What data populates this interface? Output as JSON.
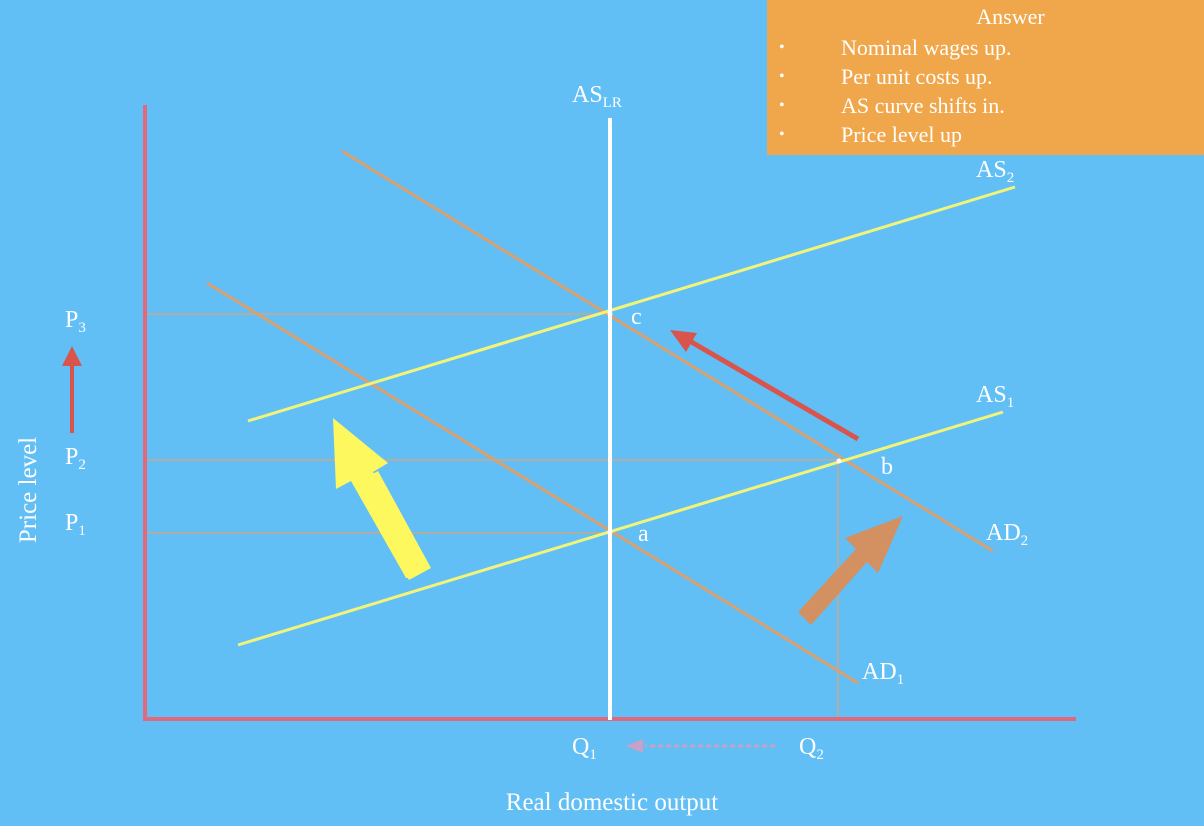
{
  "diagram": {
    "axes": {
      "y_title": "Price level",
      "x_title": "Real domestic output"
    },
    "curves": {
      "as_lr": {
        "base": "AS",
        "sub": "LR"
      },
      "as_1": {
        "base": "AS",
        "sub": "1"
      },
      "as_2": {
        "base": "AS",
        "sub": "2"
      },
      "ad_1": {
        "base": "AD",
        "sub": "1"
      },
      "ad_2": {
        "base": "AD",
        "sub": "2"
      }
    },
    "price_levels": {
      "p1": {
        "base": "P",
        "sub": "1"
      },
      "p2": {
        "base": "P",
        "sub": "2"
      },
      "p3": {
        "base": "P",
        "sub": "3"
      }
    },
    "quantities": {
      "q1": {
        "base": "Q",
        "sub": "1"
      },
      "q2": {
        "base": "Q",
        "sub": "2"
      }
    },
    "points": {
      "a": "a",
      "b": "b",
      "c": "c"
    },
    "colors": {
      "background": "#62bff5",
      "axis": "#e06a7c",
      "supply_curve": "#f2f47a",
      "demand_curve": "#d9a070",
      "long_run_supply": "#ffffff",
      "answer_box": "#f0a74b",
      "red_arrow": "#d9544a",
      "yellow_arrow": "#fcf85e",
      "orange_arrow": "#d39060",
      "dashed_arrow": "#c9a0c8"
    }
  },
  "answer": {
    "title": "Answer",
    "bullet_symbol": "•",
    "items": [
      "Nominal wages up.",
      "Per unit costs up.",
      "AS curve shifts in.",
      "Price level up"
    ]
  }
}
